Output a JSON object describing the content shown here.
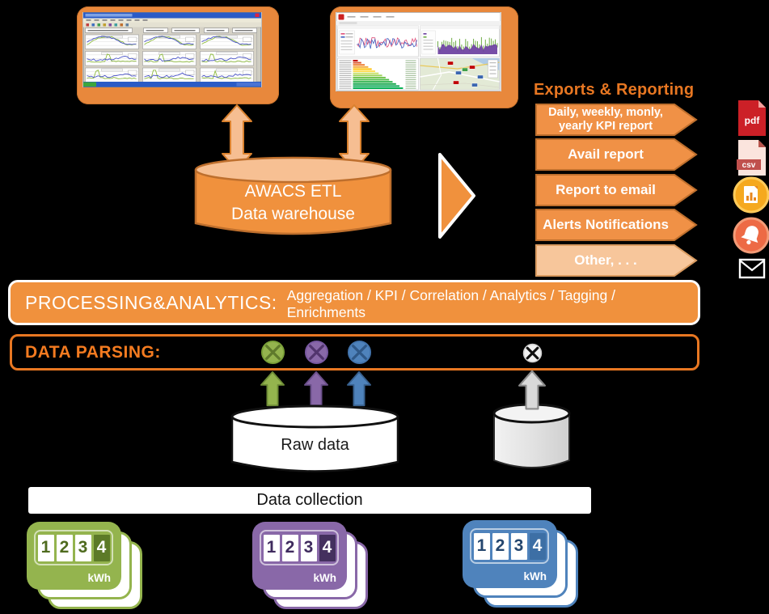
{
  "colors": {
    "background": "#000000",
    "orange": "#F0913D",
    "orange_border": "#BE6F2D",
    "orange_text": "#E87722",
    "light_orange": "#F6BE92",
    "green": "#94B44E",
    "purple": "#8968A8",
    "blue": "#4F83BC",
    "pdf_red": "#CC2027",
    "gold": "#F5A91F",
    "bell_orange": "#ED6A45"
  },
  "warehouse": {
    "line1": "AWACS ETL",
    "line2": "Data warehouse"
  },
  "exports": {
    "title": "Exports & Reporting",
    "items": [
      {
        "label_line1": "Daily, weekly, monly,",
        "label_line2": "yearly KPI report",
        "variant": "solid"
      },
      {
        "label": "Avail report",
        "variant": "solid"
      },
      {
        "label": "Report to email",
        "variant": "solid"
      },
      {
        "label": "Alerts Notifications",
        "variant": "solid"
      },
      {
        "label": "Other, . . .",
        "variant": "light"
      }
    ],
    "file_badges": {
      "pdf": "pdf",
      "csv": "csv"
    }
  },
  "processing": {
    "title": "PROCESSING&ANALYTICS:",
    "detail": "Aggregation / KPI / Correlation / Analytics / Tagging / Enrichments"
  },
  "parsing": {
    "title": "DATA PARSING:"
  },
  "raw_data_label": "Raw data",
  "data_collection_label": "Data collection",
  "meters": [
    {
      "name": "green-meter",
      "digits": [
        "1",
        "2",
        "3",
        "4"
      ],
      "unit": "kWh"
    },
    {
      "name": "purple-meter",
      "digits": [
        "1",
        "2",
        "3",
        "4"
      ],
      "unit": "kWh"
    },
    {
      "name": "blue-meter",
      "digits": [
        "1",
        "2",
        "3",
        "4"
      ],
      "unit": "kWh"
    }
  ]
}
